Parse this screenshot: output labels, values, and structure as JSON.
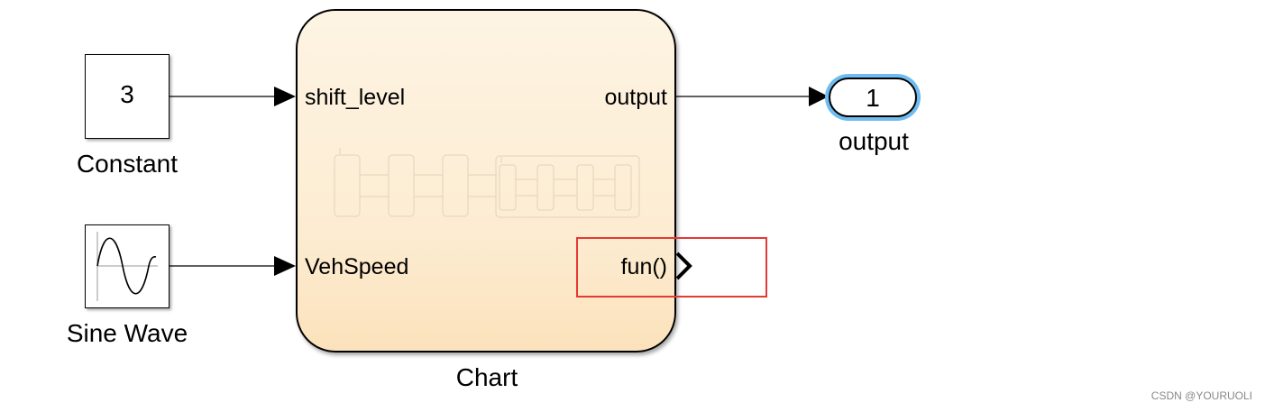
{
  "blocks": {
    "constant": {
      "value": "3",
      "label": "Constant"
    },
    "sine_wave": {
      "label": "Sine Wave"
    },
    "chart": {
      "label": "Chart",
      "inputs": [
        "shift_level",
        "VehSpeed"
      ],
      "outputs": [
        "output",
        "fun()"
      ]
    },
    "outport": {
      "value": "1",
      "label": "output"
    }
  },
  "colors": {
    "chart_fill_top": "#fdf4e3",
    "chart_fill_bottom": "#fbe2bb",
    "outport_selection": "#6fbcf0",
    "highlight_box": "#e53935"
  },
  "watermark": "CSDN @YOURUOLI"
}
